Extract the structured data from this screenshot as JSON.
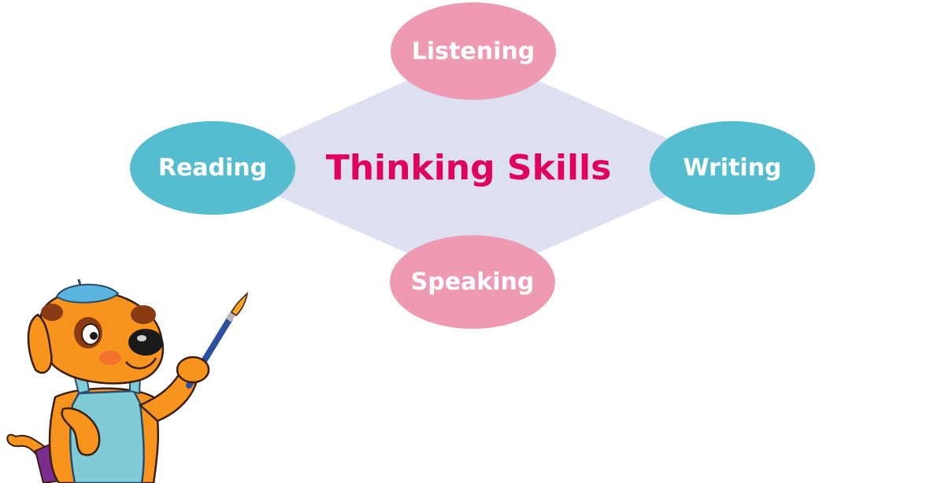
{
  "diagram": {
    "center_label": "Thinking Skills",
    "nodes": {
      "top": "Listening",
      "left": "Reading",
      "right": "Writing",
      "bottom": "Speaking"
    }
  },
  "colors": {
    "diamond_fill": "#dde0f0",
    "pink_node": "#ee9ab3",
    "teal_node": "#56bdd0",
    "center_text": "#e0005f",
    "node_text": "#ffffff"
  },
  "icons": {
    "mascot": "painter-dog-illustration"
  }
}
